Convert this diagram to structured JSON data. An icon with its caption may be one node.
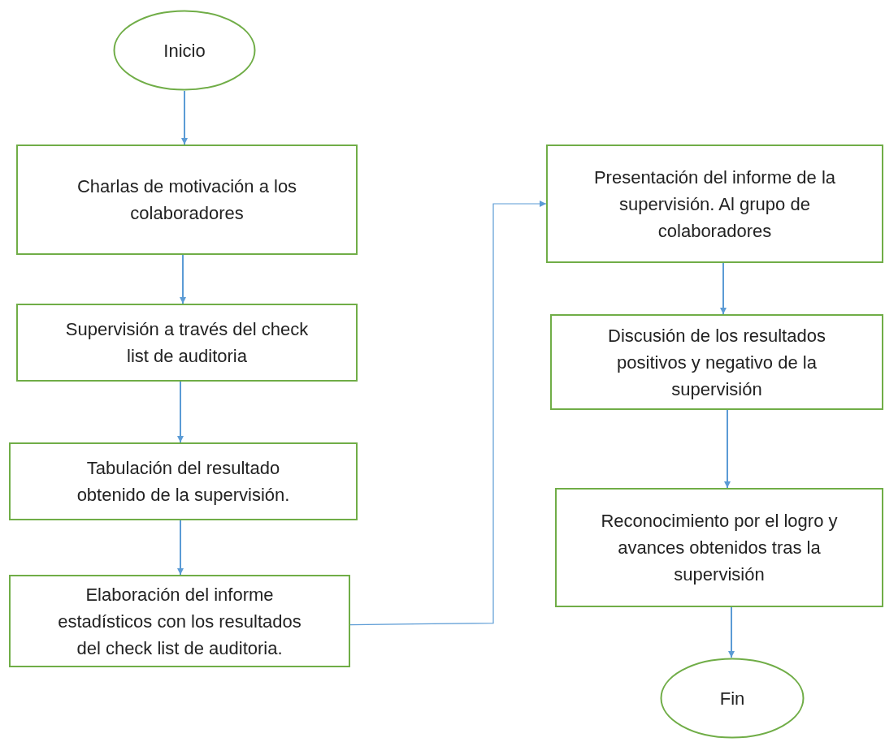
{
  "diagram": {
    "nodes": [
      {
        "text": [
          "Inicio"
        ]
      },
      {
        "text": [
          "Charlas de motivación a los colaboradores"
        ]
      },
      {
        "text": [
          "Supervisión a través del check list de auditoria"
        ]
      },
      {
        "text": [
          "Tabulación del resultado obtenido de la supervisión."
        ]
      },
      {
        "text": [
          "Elaboración del informe estadísticos con los resultados del check list de auditoria."
        ]
      },
      {
        "text": [
          "Presentación del informe de la supervisión. Al grupo de colaboradores"
        ]
      },
      {
        "text": [
          "Discusión de los resultados positivos y negativo de la supervisión"
        ]
      },
      {
        "text": [
          "Reconocimiento por el  logro y avances obtenidos tras la supervisión"
        ]
      },
      {
        "text": [
          "Fin"
        ]
      }
    ],
    "edges": [
      {
        "from": 0,
        "to": 1,
        "arrow": "to"
      },
      {
        "from": 1,
        "to": 2,
        "arrow": "to"
      },
      {
        "from": 2,
        "to": 3,
        "arrow": "to"
      },
      {
        "from": 3,
        "to": 4,
        "arrow": "to"
      },
      {
        "from": 4,
        "to": 5,
        "arrow": "to"
      },
      {
        "from": 5,
        "to": 6,
        "arrow": "to"
      },
      {
        "from": 6,
        "to": 7,
        "arrow": "to"
      },
      {
        "from": 7,
        "to": 8,
        "arrow": "to"
      }
    ]
  }
}
